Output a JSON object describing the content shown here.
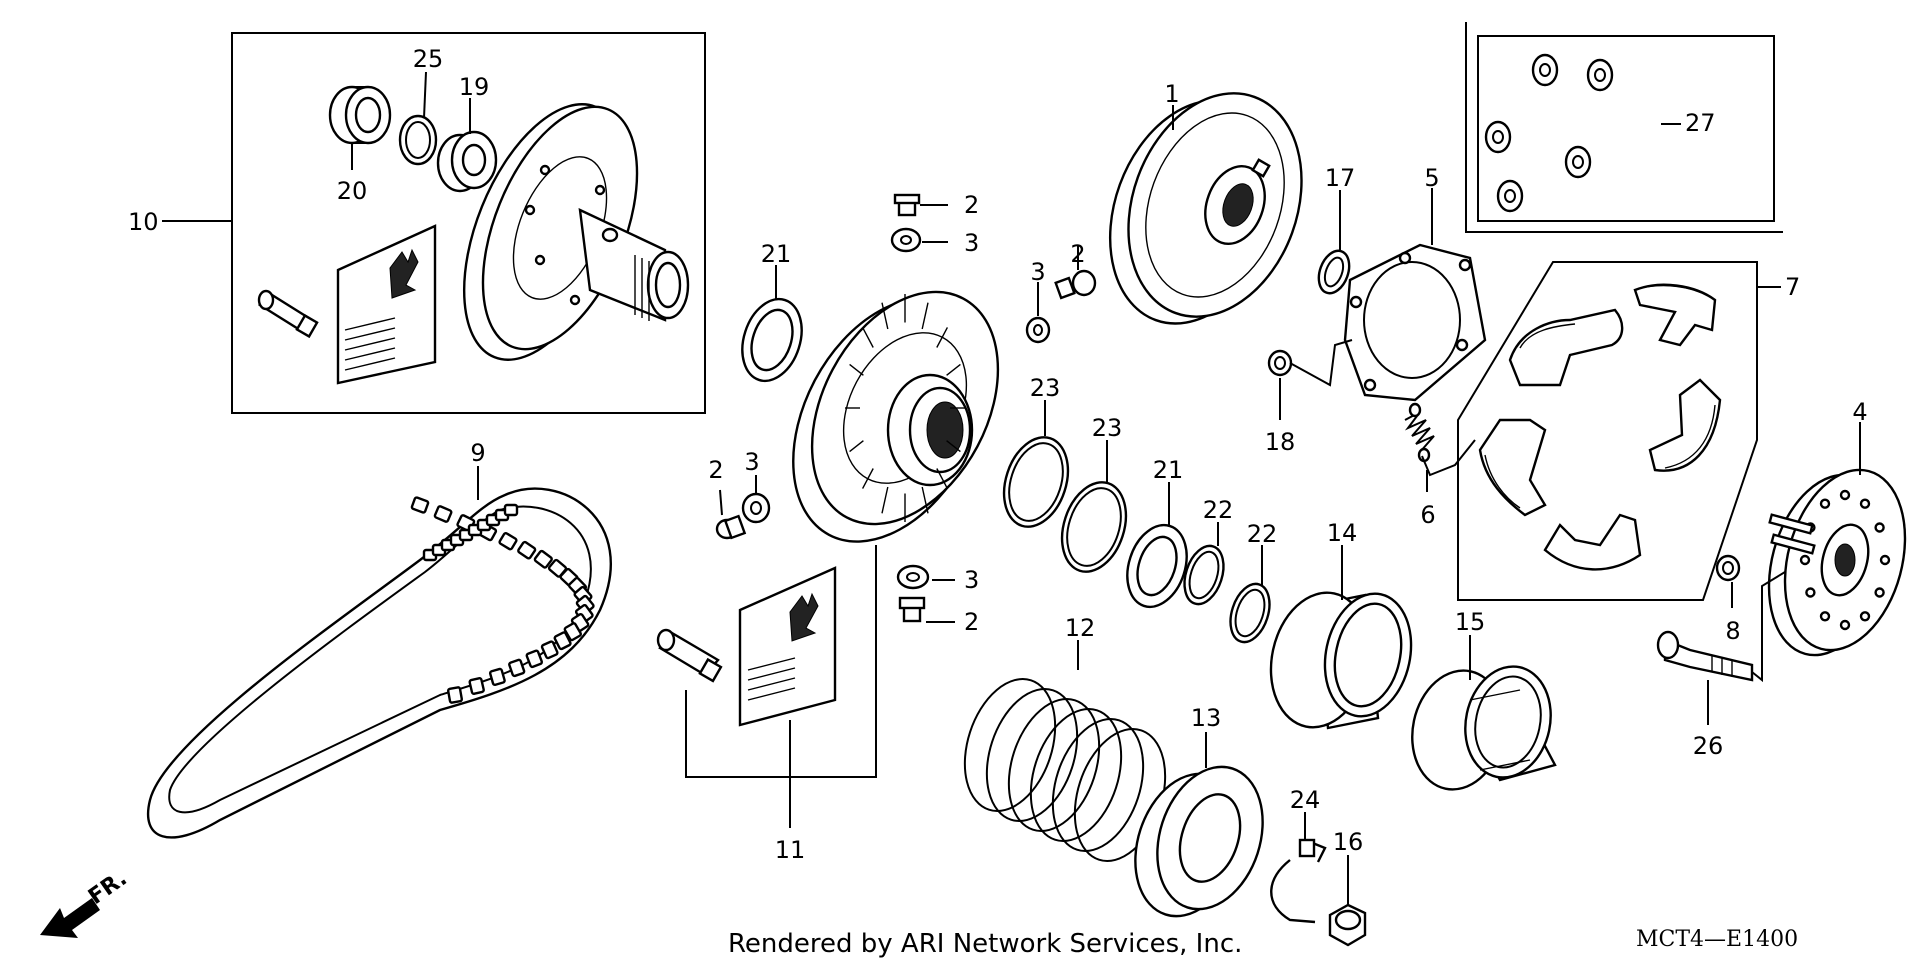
{
  "diagram": {
    "callouts": [
      {
        "id": "1",
        "text": "1"
      },
      {
        "id": "2a",
        "text": "2"
      },
      {
        "id": "2b",
        "text": "2"
      },
      {
        "id": "2c",
        "text": "2"
      },
      {
        "id": "2d",
        "text": "2"
      },
      {
        "id": "3a",
        "text": "3"
      },
      {
        "id": "3b",
        "text": "3"
      },
      {
        "id": "3c",
        "text": "3"
      },
      {
        "id": "3d",
        "text": "3"
      },
      {
        "id": "4",
        "text": "4"
      },
      {
        "id": "5",
        "text": "5"
      },
      {
        "id": "6",
        "text": "6"
      },
      {
        "id": "7",
        "text": "7"
      },
      {
        "id": "8",
        "text": "8"
      },
      {
        "id": "9",
        "text": "9"
      },
      {
        "id": "10",
        "text": "10"
      },
      {
        "id": "11",
        "text": "11"
      },
      {
        "id": "12",
        "text": "12"
      },
      {
        "id": "13",
        "text": "13"
      },
      {
        "id": "14",
        "text": "14"
      },
      {
        "id": "15",
        "text": "15"
      },
      {
        "id": "16",
        "text": "16"
      },
      {
        "id": "17",
        "text": "17"
      },
      {
        "id": "18",
        "text": "18"
      },
      {
        "id": "19",
        "text": "19"
      },
      {
        "id": "20",
        "text": "20"
      },
      {
        "id": "21a",
        "text": "21"
      },
      {
        "id": "21b",
        "text": "21"
      },
      {
        "id": "22a",
        "text": "22"
      },
      {
        "id": "22b",
        "text": "22"
      },
      {
        "id": "23a",
        "text": "23"
      },
      {
        "id": "23b",
        "text": "23"
      },
      {
        "id": "24",
        "text": "24"
      },
      {
        "id": "25",
        "text": "25"
      },
      {
        "id": "26",
        "text": "26"
      },
      {
        "id": "27",
        "text": "27"
      }
    ],
    "front_indicator": "FR.",
    "credit": "Rendered by ARI Network Services, Inc.",
    "diagram_code": "MCT4—E1400"
  }
}
